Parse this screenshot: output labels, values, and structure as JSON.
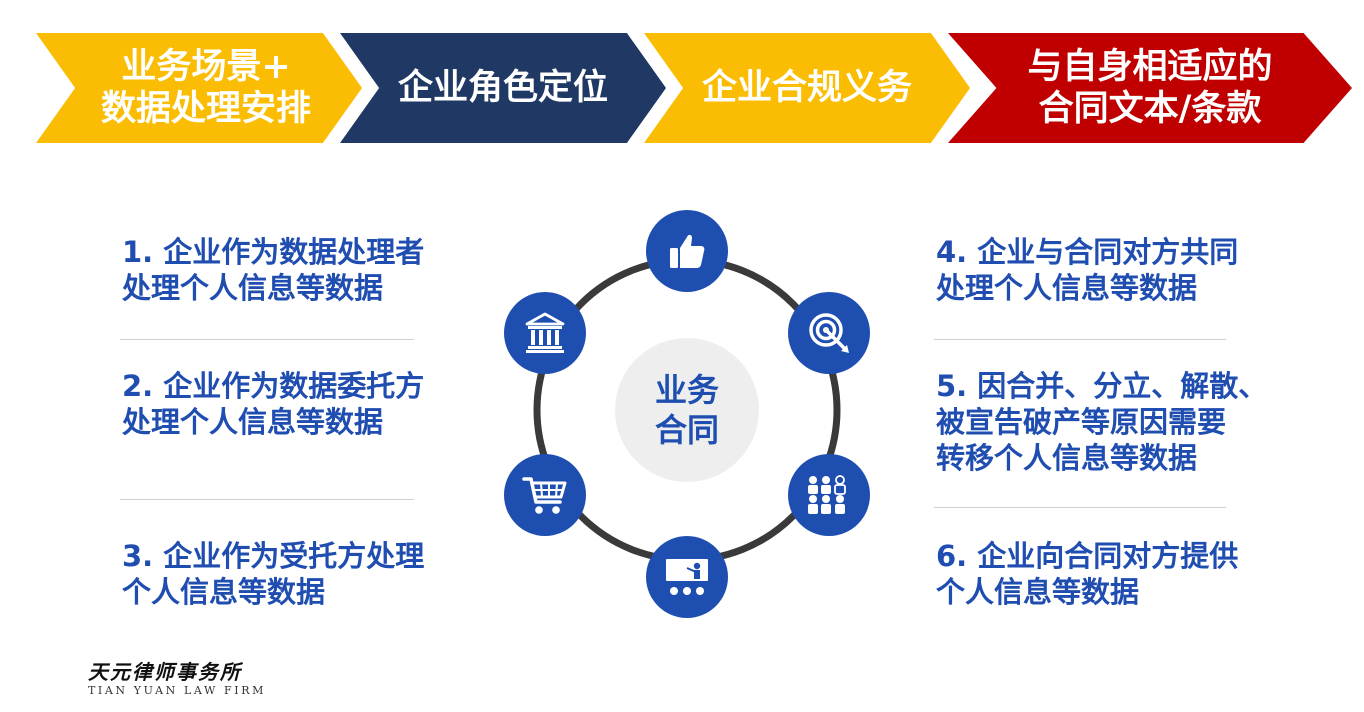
{
  "header": {
    "steps": [
      "业务场景+\n数据处理安排",
      "企业角色定位",
      "企业合规义务",
      "与自身相适应的\n合同文本/条款"
    ],
    "colors": [
      "#fbbd04",
      "#1f3864",
      "#fbbd04",
      "#c00000"
    ]
  },
  "left_items": [
    "1. 企业作为数据处理者\n处理个人信息等数据",
    "2. 企业作为数据委托方\n处理个人信息等数据",
    "3. 企业作为受托方处理\n个人信息等数据"
  ],
  "right_items": [
    "4. 企业与合同对方共同\n处理个人信息等数据",
    "5. 因合并、分立、解散、\n被宣告破产等原因需要\n转移个人信息等数据",
    "6. 企业向合同对方提供\n个人信息等数据"
  ],
  "center": {
    "label": "业务\n合同",
    "icons": [
      "thumbs-up-icon",
      "target-icon",
      "team-icon",
      "presentation-icon",
      "shopping-cart-icon",
      "bank-icon"
    ]
  },
  "logo": {
    "cn": "天元律师事务所",
    "en": "TIAN YUAN LAW FIRM"
  },
  "accent_color": "#1e4fb0"
}
